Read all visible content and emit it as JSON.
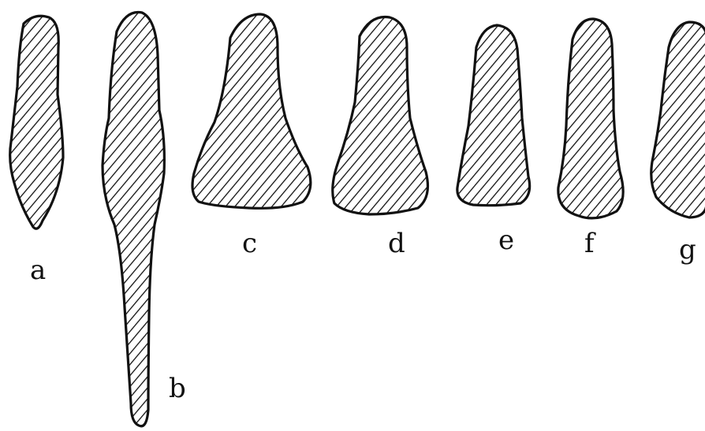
{
  "figure": {
    "hatch_color": "#111111",
    "background": "#ffffff",
    "shapes": [
      {
        "id": "a",
        "label": "a"
      },
      {
        "id": "b",
        "label": "b"
      },
      {
        "id": "c",
        "label": "c"
      },
      {
        "id": "d",
        "label": "d"
      },
      {
        "id": "e",
        "label": "e"
      },
      {
        "id": "f",
        "label": "f"
      },
      {
        "id": "g",
        "label": "g"
      }
    ]
  }
}
